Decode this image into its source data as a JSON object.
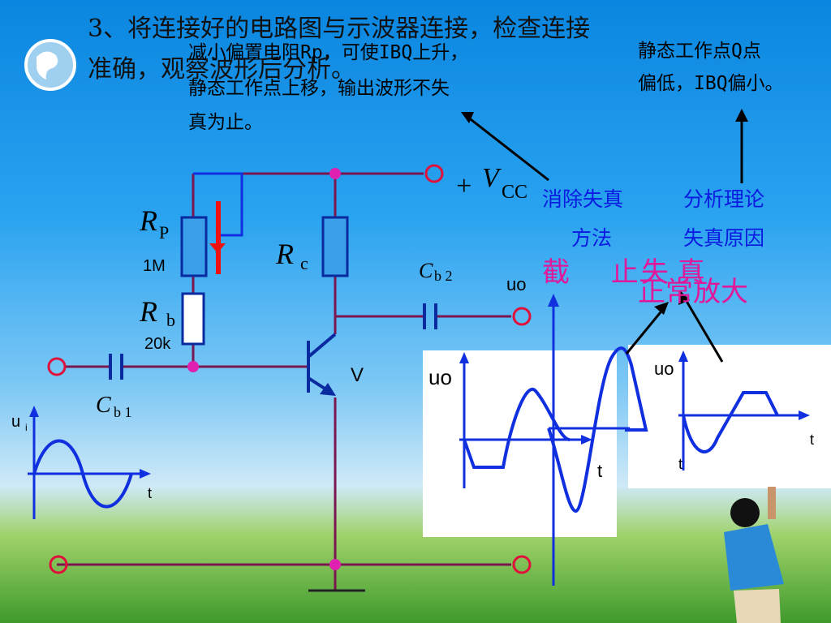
{
  "title": {
    "line1": "3、将连接好的电路图与示波器连接，检查连接",
    "line2": "准确，观察波形后分析。"
  },
  "notes": {
    "reduce_rp": [
      "减小偏置电阻Rp，可使IBQ上升，",
      "静态工作点上移，输出波形不失",
      "真为止。"
    ],
    "low_q": [
      "静态工作点Q点",
      "偏低，IBQ偏小。"
    ]
  },
  "labels": {
    "eliminate": "消除失真",
    "method": "方法",
    "analysis": "分析理论",
    "cause": "失真原因"
  },
  "pink": {
    "a": "截 止",
    "b": "失 真",
    "c": "正常放大"
  },
  "circuit": {
    "rp_symbol": "R",
    "rp_sub": "P",
    "rp_value": "1M",
    "rb_symbol": "R",
    "rb_sub": "b",
    "rb_value": "20k",
    "rc_symbol": "R",
    "rc_sub": "c",
    "cb1_symbol": "C",
    "cb1_sub": "b 1",
    "cb2_symbol": "C",
    "cb2_sub": "b 2",
    "vcc_plus": "+",
    "vcc_symbol": "V",
    "vcc_sub": "CC",
    "transistor": "V"
  },
  "waves": {
    "ui": "u",
    "ui_sub": "i",
    "uo": "uo",
    "t": "t"
  }
}
